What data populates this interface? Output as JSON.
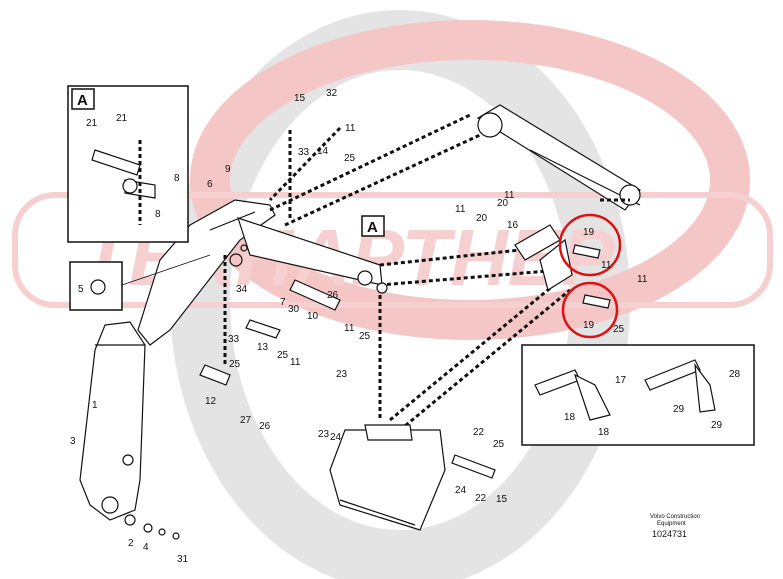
{
  "watermark": {
    "text": "ТЕХПАРТНЕР",
    "color": "#f4c6c6"
  },
  "colors": {
    "highlight": "#dd1111",
    "ink": "#111111"
  },
  "detail_label": "A",
  "callouts": [
    "1",
    "2",
    "3",
    "4",
    "5",
    "6",
    "7",
    "8",
    "9",
    "10",
    "11",
    "12",
    "13",
    "14",
    "15",
    "16",
    "17",
    "18",
    "19",
    "20",
    "21",
    "22",
    "23",
    "24",
    "25",
    "26",
    "27",
    "28",
    "29",
    "30",
    "31",
    "32",
    "33",
    "34"
  ],
  "footer": {
    "company_line1": "Volvo Construction",
    "company_line2": "Equipment",
    "figure_number": "1024731"
  },
  "highlighted_part": "19"
}
